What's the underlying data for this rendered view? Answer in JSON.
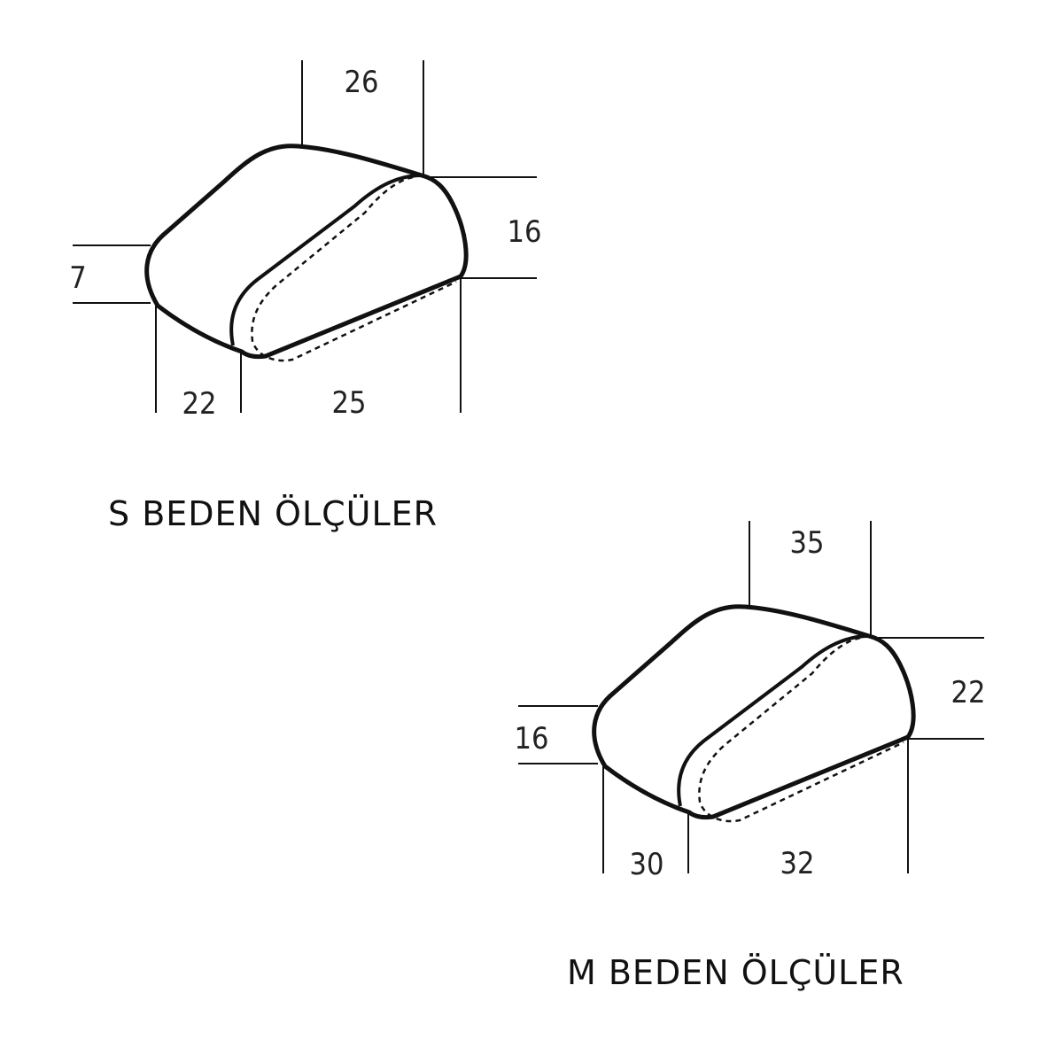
{
  "colors": {
    "line": "#111111",
    "text": "#222222",
    "background": "#ffffff"
  },
  "diagrams": [
    {
      "size": "S",
      "caption": "S BEDEN ÖLÇÜLER",
      "labels": {
        "top": "26",
        "right": "16",
        "left": "7",
        "bottom_left": "22",
        "bottom_right": "25"
      }
    },
    {
      "size": "M",
      "caption": "M BEDEN ÖLÇÜLER",
      "labels": {
        "top": "35",
        "right": "22",
        "left": "16",
        "bottom_left": "30",
        "bottom_right": "32"
      }
    }
  ]
}
